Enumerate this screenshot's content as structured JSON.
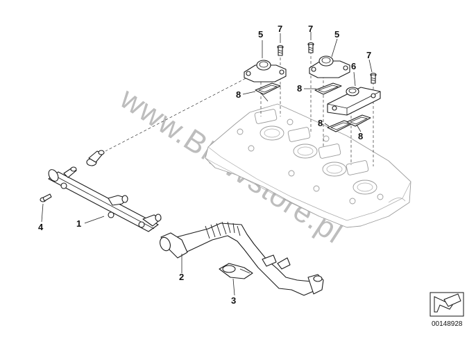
{
  "diagram": {
    "watermark": "www.BMWstore.pl",
    "doc_id": "00148928",
    "callouts": {
      "c1": "1",
      "c2": "2",
      "c3": "3",
      "c4": "4",
      "c5a": "5",
      "c5b": "5",
      "c6": "6",
      "c7a": "7",
      "c7b": "7",
      "c7c": "7",
      "c8a": "8",
      "c8b": "8",
      "c8c": "8",
      "c8d": "8"
    }
  }
}
